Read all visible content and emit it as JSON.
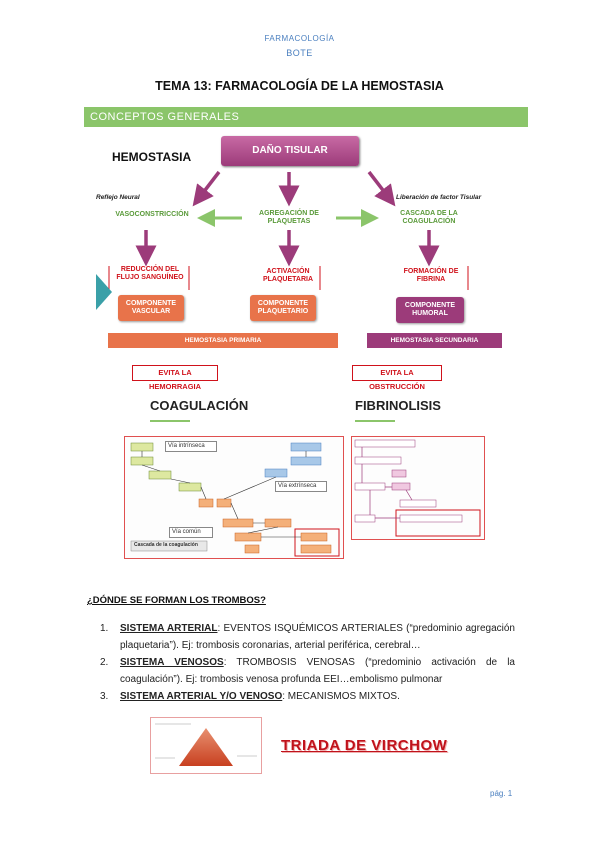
{
  "header": {
    "line1": "FARMACOLOGÍA",
    "line2": "BOTE"
  },
  "title": "TEMA 13: FARMACOLOGÍA DE LA HEMOSTASIA",
  "section_bar": "CONCEPTOS GENERALES",
  "diagram": {
    "hemostasia": "HEMOSTASIA",
    "dano_tisular": "DAÑO TISULAR",
    "reflejo_neural": "Reflejo Neural",
    "liberacion_factor": "Liberación de factor Tisular",
    "vasoconstriccion": "VASOCONSTRICCIÓN",
    "agregacion": "AGREGACIÓN DE PLAQUETAS",
    "cascada": "CASCADA DE LA COAGULACIÓN",
    "reduccion": "REDUCCIÓN DEL FLUJO SANGUÍNEO",
    "activacion": "ACTIVACIÓN PLAQUETARIA",
    "formacion": "FORMACIÓN DE FIBRINA",
    "comp_vascular": "COMPONENTE VASCULAR",
    "comp_plaquetario": "COMPONENTE PLAQUETARIO",
    "comp_humoral": "COMPONENTE HUMORAL",
    "hemostasia_primaria": "HEMOSTASIA PRIMARIA",
    "hemostasia_secundaria": "HEMOSTASIA SECUNDARIA",
    "evita_hemorragia": "EVITA LA HEMORRAGIA",
    "evita_obstruccion": "EVITA LA OBSTRUCCIÓN",
    "coagulacion": "COAGULACIÓN",
    "fibrinolisis": "FIBRINOLISIS"
  },
  "coag_image": {
    "via_intrinseca": "Vía intrínseca",
    "via_extrinseca": "Vía extrínseca",
    "via_comun": "Vía común",
    "cascada": "Cascada de la coagulación"
  },
  "question": "¿DÓNDE SE FORMAN LOS TROMBOS?",
  "items": [
    {
      "num": "1.",
      "term": "SISTEMA ARTERIAL",
      "text": ": EVENTOS ISQUÉMICOS ARTERIALES (“predominio agregación plaquetaria”). Ej: trombosis coronarias, arterial periférica, cerebral…"
    },
    {
      "num": "2.",
      "term": "SISTEMA VENOSOS",
      "text": ": TROMBOSIS VENOSAS (“predominio activación de la coagulación”). Ej: trombosis venosa profunda EEI…embolismo pulmonar"
    },
    {
      "num": "3.",
      "term": "SISTEMA ARTERIAL Y/O VENOSO",
      "text": ": MECANISMOS MIXTOS."
    }
  ],
  "triada": "TRIADA DE VIRCHOW",
  "page": "pág. 1",
  "colors": {
    "accent_blue": "#4a7fbf",
    "section_green": "#8bc56a",
    "primary_orange": "#e8734a",
    "secondary_purple": "#9c3b7a",
    "alert_red": "#d0121b"
  }
}
